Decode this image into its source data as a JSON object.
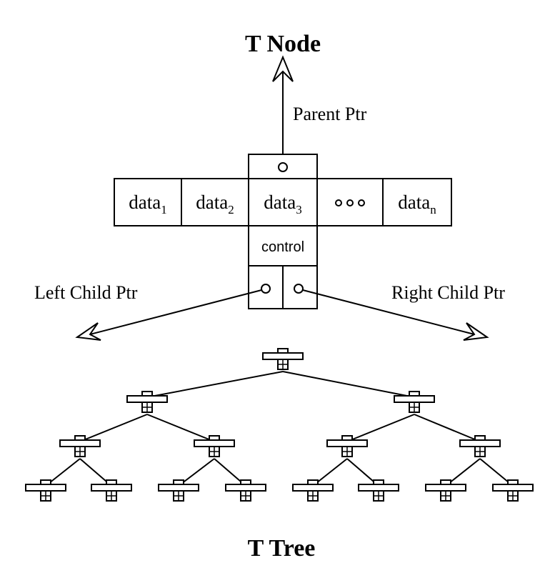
{
  "titles": {
    "top": "T Node",
    "bottom": "T Tree"
  },
  "labels": {
    "parent_ptr": "Parent Ptr",
    "left_child_ptr": "Left Child Ptr",
    "right_child_ptr": "Right Child Ptr",
    "control": "control"
  },
  "node_cells": [
    {
      "base": "data",
      "sub": "1"
    },
    {
      "base": "data",
      "sub": "2"
    },
    {
      "base": "data",
      "sub": "3"
    },
    {
      "base": "ellipsis",
      "sub": ""
    },
    {
      "base": "data",
      "sub": "n"
    }
  ]
}
